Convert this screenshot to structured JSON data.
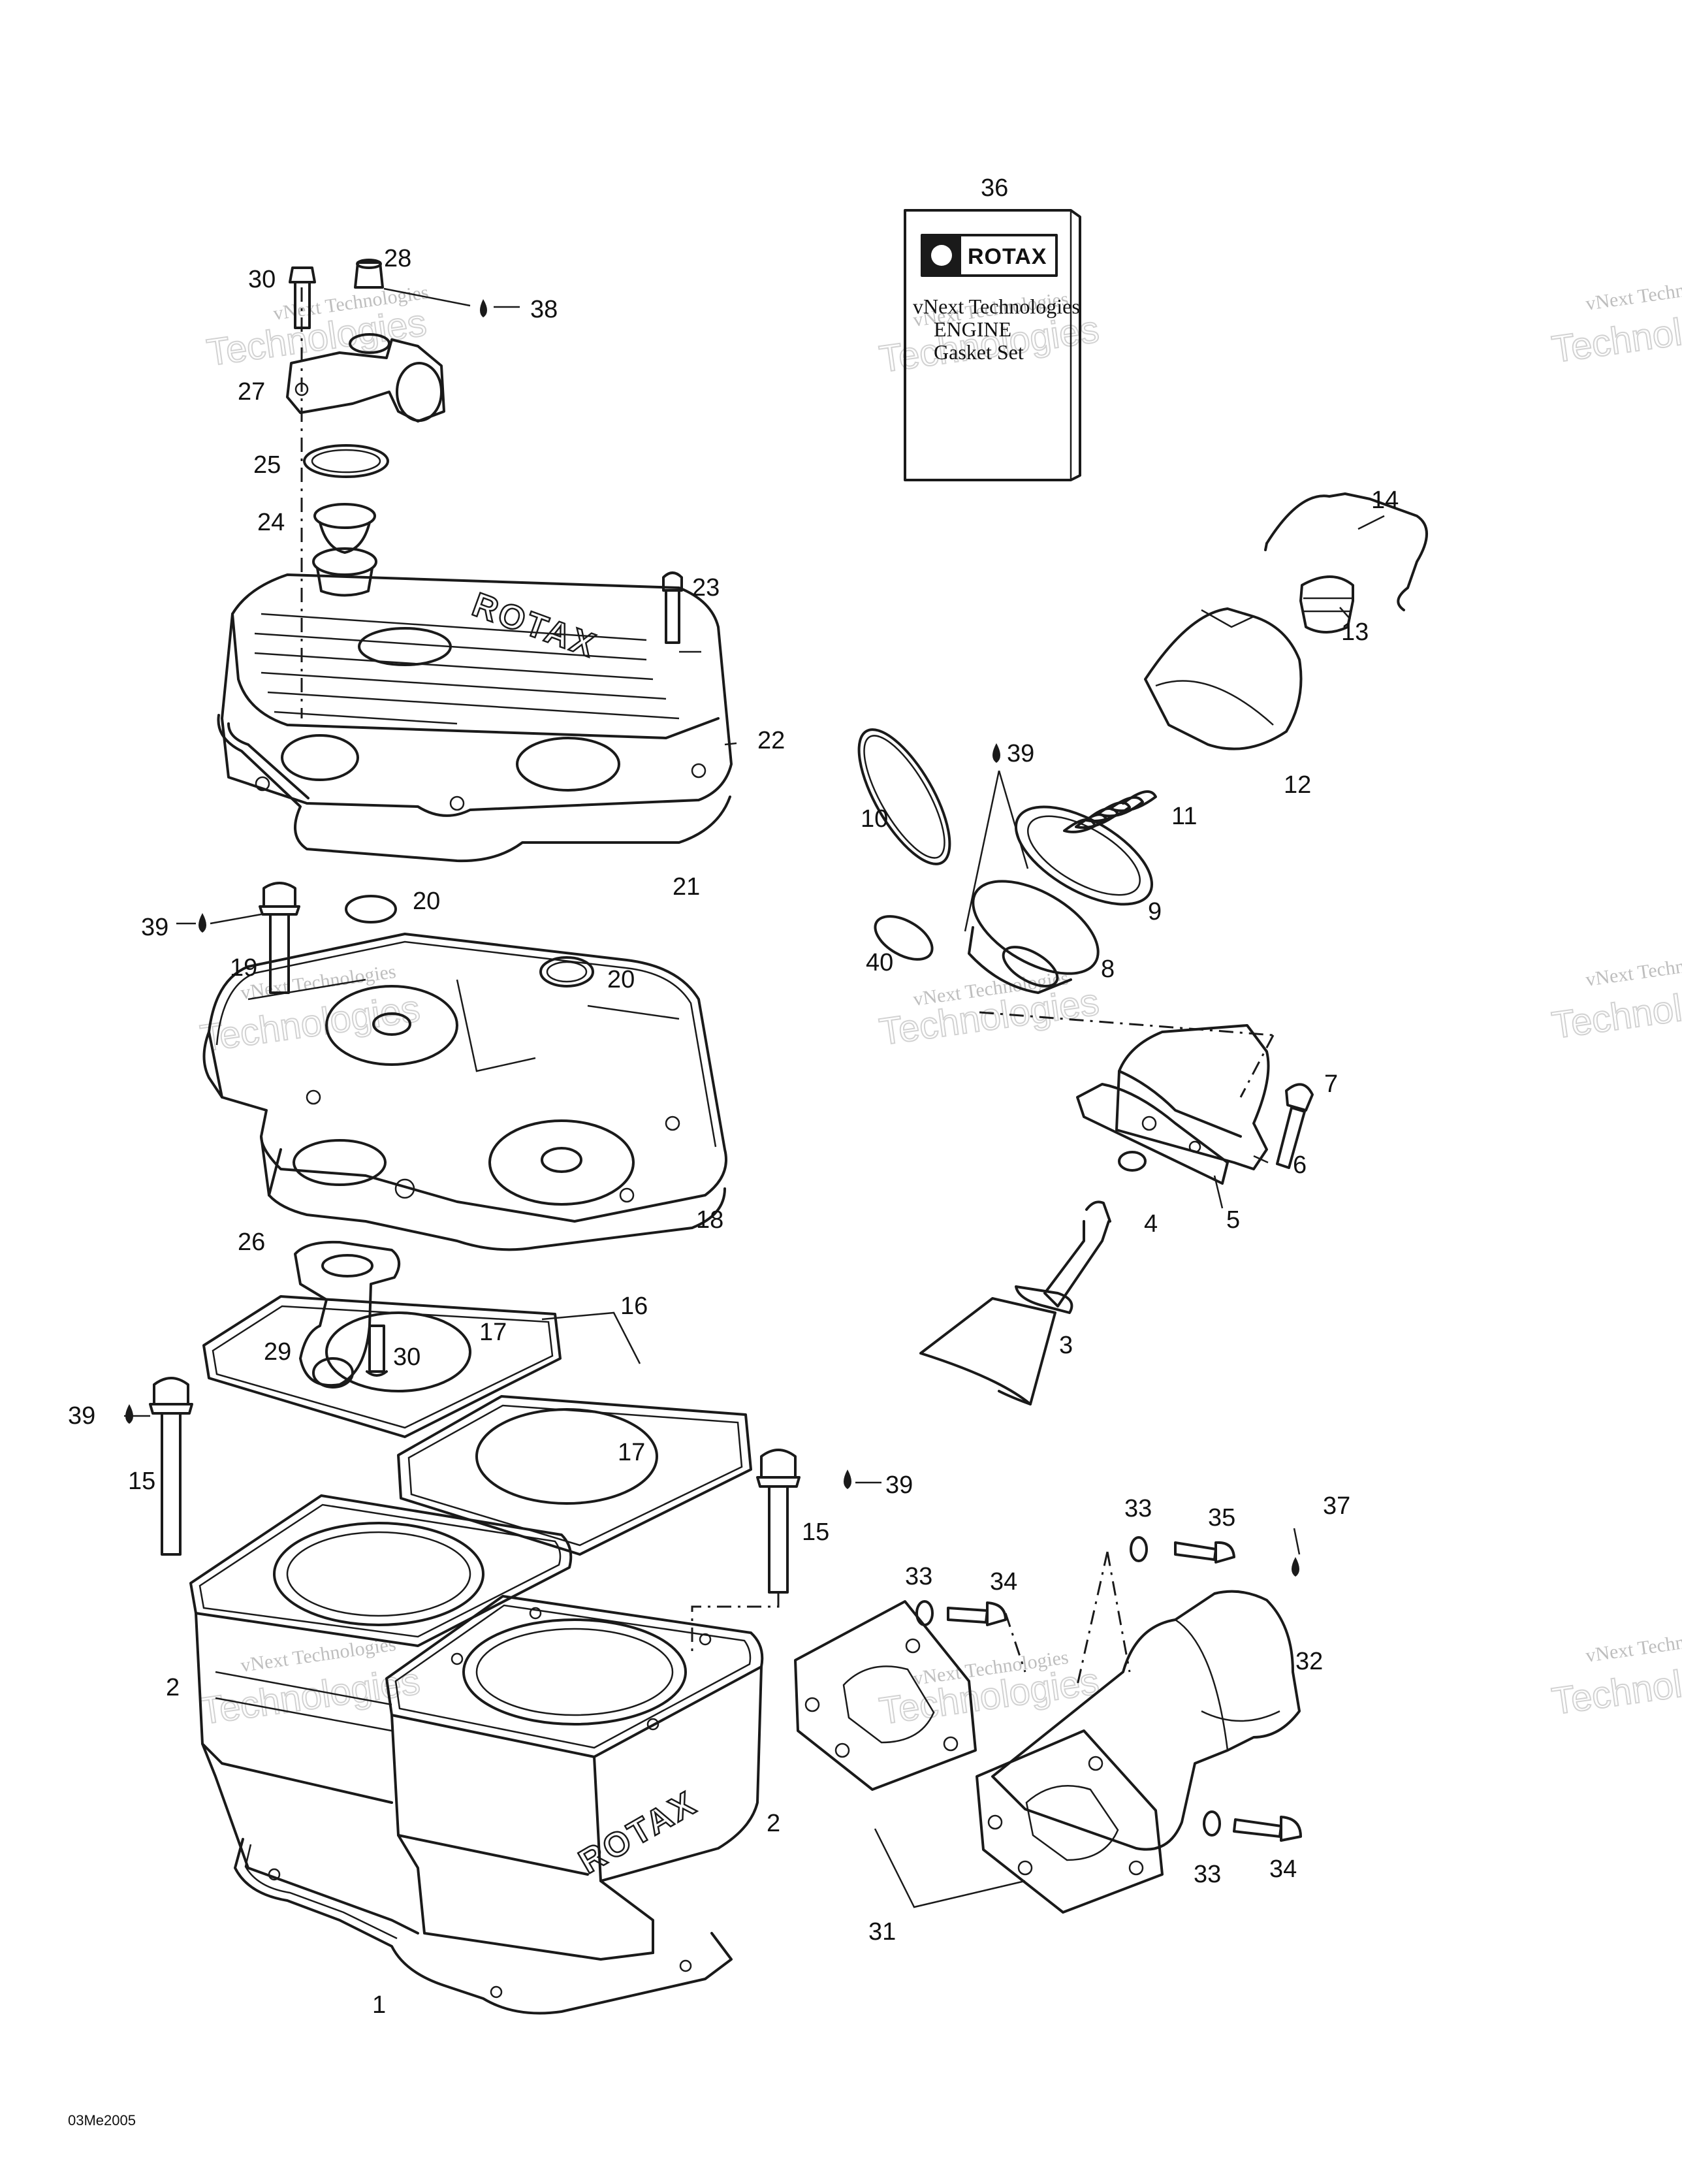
{
  "figure_code": "03Me2005",
  "gasket_set": {
    "brand": "ROTAX",
    "line1": "vNext Technologies",
    "line2": "ENGINE",
    "line3": "Gasket Set"
  },
  "embossed_brand": "ROTAX",
  "watermark": {
    "small": "vNext Technologies",
    "big": "Technologies"
  },
  "callouts": [
    {
      "id": "c36",
      "text": "36"
    },
    {
      "id": "c30a",
      "text": "30"
    },
    {
      "id": "c28",
      "text": "28"
    },
    {
      "id": "c38",
      "text": "38"
    },
    {
      "id": "c27",
      "text": "27"
    },
    {
      "id": "c25",
      "text": "25"
    },
    {
      "id": "c24",
      "text": "24"
    },
    {
      "id": "c23",
      "text": "23"
    },
    {
      "id": "c14",
      "text": "14"
    },
    {
      "id": "c13",
      "text": "13"
    },
    {
      "id": "c22",
      "text": "22"
    },
    {
      "id": "c39a",
      "text": "39"
    },
    {
      "id": "c10",
      "text": "10"
    },
    {
      "id": "c11",
      "text": "11"
    },
    {
      "id": "c12",
      "text": "12"
    },
    {
      "id": "c9",
      "text": "9"
    },
    {
      "id": "c21",
      "text": "21"
    },
    {
      "id": "c20a",
      "text": "20"
    },
    {
      "id": "c39b",
      "text": "39"
    },
    {
      "id": "c40",
      "text": "40"
    },
    {
      "id": "c8",
      "text": "8"
    },
    {
      "id": "c19",
      "text": "19"
    },
    {
      "id": "c20b",
      "text": "20"
    },
    {
      "id": "c7",
      "text": "7"
    },
    {
      "id": "c6",
      "text": "6"
    },
    {
      "id": "c4",
      "text": "4"
    },
    {
      "id": "c5",
      "text": "5"
    },
    {
      "id": "c18",
      "text": "18"
    },
    {
      "id": "c26",
      "text": "26"
    },
    {
      "id": "c16",
      "text": "16"
    },
    {
      "id": "c17a",
      "text": "17"
    },
    {
      "id": "c3",
      "text": "3"
    },
    {
      "id": "c29",
      "text": "29"
    },
    {
      "id": "c30b",
      "text": "30"
    },
    {
      "id": "c39c",
      "text": "39"
    },
    {
      "id": "c17b",
      "text": "17"
    },
    {
      "id": "c15a",
      "text": "15"
    },
    {
      "id": "c39d",
      "text": "39"
    },
    {
      "id": "c33a",
      "text": "33"
    },
    {
      "id": "c35",
      "text": "35"
    },
    {
      "id": "c37",
      "text": "37"
    },
    {
      "id": "c15b",
      "text": "15"
    },
    {
      "id": "c33b",
      "text": "33"
    },
    {
      "id": "c34a",
      "text": "34"
    },
    {
      "id": "c32",
      "text": "32"
    },
    {
      "id": "c2a",
      "text": "2"
    },
    {
      "id": "c2b",
      "text": "2"
    },
    {
      "id": "c33c",
      "text": "33"
    },
    {
      "id": "c34b",
      "text": "34"
    },
    {
      "id": "c31",
      "text": "31"
    },
    {
      "id": "c1",
      "text": "1"
    }
  ]
}
